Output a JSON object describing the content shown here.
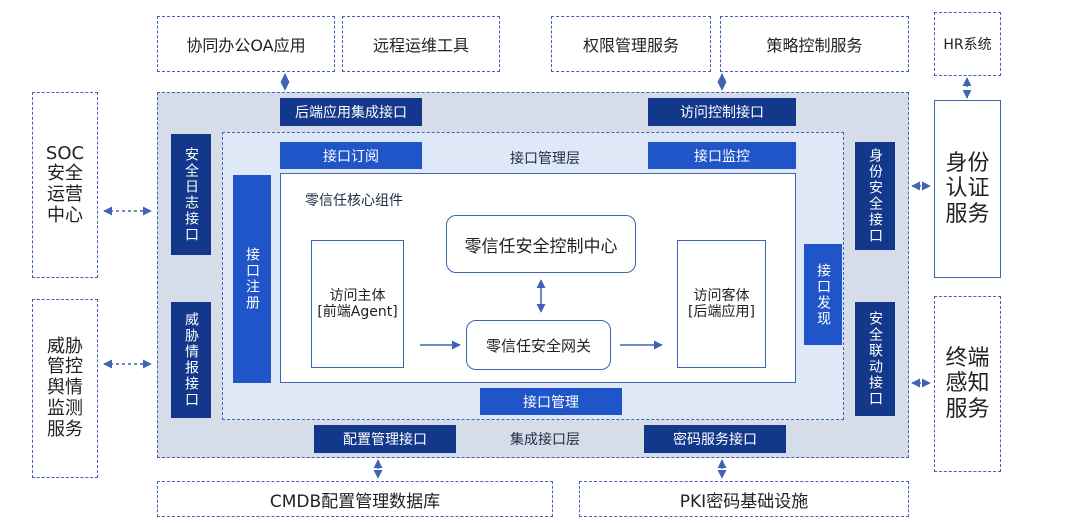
{
  "top": {
    "oa": "协同办公OA应用",
    "ops": "远程运维工具",
    "perm": "权限管理服务",
    "policy": "策略控制服务",
    "hr": "HR系统"
  },
  "left": {
    "soc": "SOC\n安全\n运营\n中心",
    "threat": "威胁\n管控\n舆情\n监测\n服务"
  },
  "right": {
    "identity": "身份\n认证\n服务",
    "terminal": "终端\n感知\n服务"
  },
  "bottom": {
    "cmdb": "CMDB配置管理数据库",
    "pki": "PKI密码基础设施"
  },
  "integration": {
    "backend_iface": "后端应用集成接口",
    "access_iface": "访问控制接口",
    "config_iface": "配置管理接口",
    "crypto_iface": "密码服务接口",
    "layer_label": "集成接口层",
    "sec_log_iface": "安全日志接口",
    "threat_intel_iface": "威胁情报接口",
    "identity_sec_iface": "身份安全接口",
    "sec_linkage_iface": "安全联动接口"
  },
  "management": {
    "layer_label": "接口管理层",
    "subscribe": "接口订阅",
    "monitor": "接口监控",
    "register": "接口注册",
    "discover": "接口发现",
    "manage": "接口管理"
  },
  "core": {
    "title": "零信任核心组件",
    "control_center": "零信任安全控制中心",
    "gateway": "零信任安全网关",
    "subject": "访问主体\n[前端Agent]",
    "object": "访问客体\n[后端应用]"
  }
}
